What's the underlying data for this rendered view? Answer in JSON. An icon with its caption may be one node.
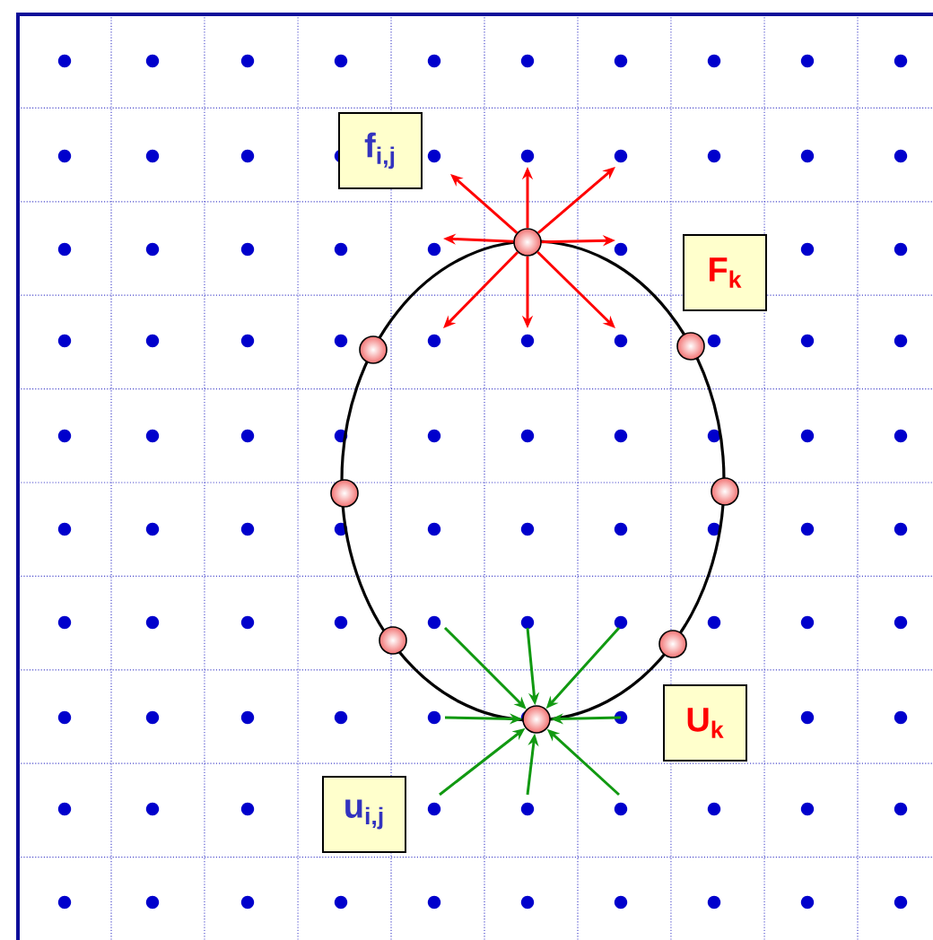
{
  "diagram": {
    "nodes": [
      {
        "text": [
          "**f**$_{i,j}$"
        ]
      },
      {
        "text": [],
        "shape": "circle"
      },
      {
        "text": [
          "**F**$_{k}$"
        ]
      },
      {
        "text": [],
        "shape": "circle"
      },
      {
        "text": [],
        "shape": "circle"
      },
      {
        "text": [],
        "shape": "circle"
      },
      {
        "text": [],
        "shape": "circle"
      },
      {
        "text": [],
        "shape": "circle"
      },
      {
        "text": [],
        "shape": "circle"
      },
      {
        "text": [
          "**U**$_{k}$"
        ]
      },
      {
        "text": [],
        "shape": "circle"
      },
      {
        "text": [
          "**u**$_{i,j}$"
        ]
      }
    ],
    "edges": [
      {
        "from": 1,
        "to": null,
        "arrow": "to",
        "color": "#ff0000"
      },
      {
        "from": 1,
        "to": null,
        "arrow": "to",
        "color": "#ff0000"
      },
      {
        "from": 1,
        "to": null,
        "arrow": "to",
        "color": "#ff0000"
      },
      {
        "from": 1,
        "to": null,
        "arrow": "to",
        "color": "#ff0000"
      },
      {
        "from": 1,
        "to": null,
        "arrow": "to",
        "color": "#ff0000"
      },
      {
        "from": 1,
        "to": null,
        "arrow": "to",
        "color": "#ff0000"
      },
      {
        "from": 1,
        "to": null,
        "arrow": "to",
        "color": "#ff0000"
      },
      {
        "from": 1,
        "to": null,
        "arrow": "to",
        "color": "#ff0000"
      },
      {
        "from": null,
        "to": 10,
        "arrow": "to",
        "color": "#119911"
      },
      {
        "from": null,
        "to": 10,
        "arrow": "to",
        "color": "#119911"
      },
      {
        "from": null,
        "to": 10,
        "arrow": "to",
        "color": "#119911"
      },
      {
        "from": null,
        "to": 10,
        "arrow": "to",
        "color": "#119911"
      },
      {
        "from": null,
        "to": 10,
        "arrow": "to",
        "color": "#119911"
      },
      {
        "from": null,
        "to": 10,
        "arrow": "to",
        "color": "#119911"
      },
      {
        "from": null,
        "to": 10,
        "arrow": "to",
        "color": "#119911"
      },
      {
        "from": null,
        "to": 10,
        "arrow": "to",
        "color": "#119911"
      }
    ]
  }
}
